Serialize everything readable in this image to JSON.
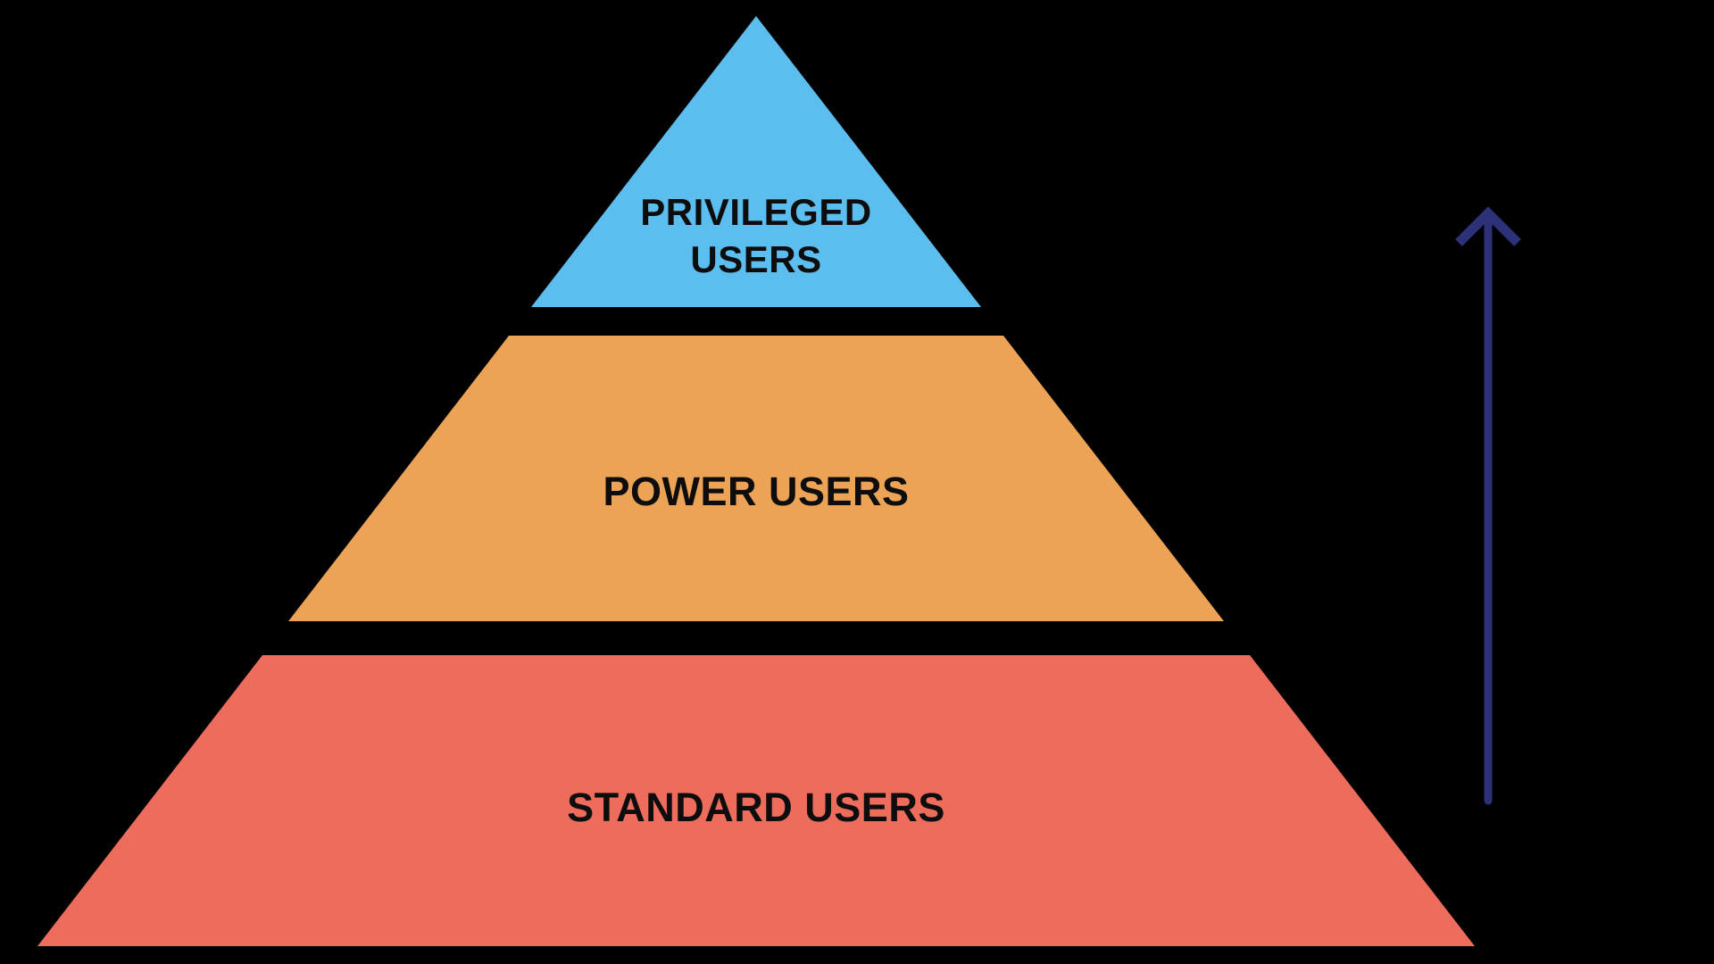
{
  "diagram": {
    "background_color": "#000000",
    "label_text_color": "#0D0D0D",
    "tiers": [
      {
        "label": "PRIVILEGED\nUSERS",
        "color": "#5CBEEE"
      },
      {
        "label": "POWER USERS",
        "color": "#EDA355"
      },
      {
        "label": "STANDARD USERS",
        "color": "#ED6C5C"
      }
    ],
    "arrow": {
      "direction": "up",
      "color": "#2D3178"
    }
  }
}
